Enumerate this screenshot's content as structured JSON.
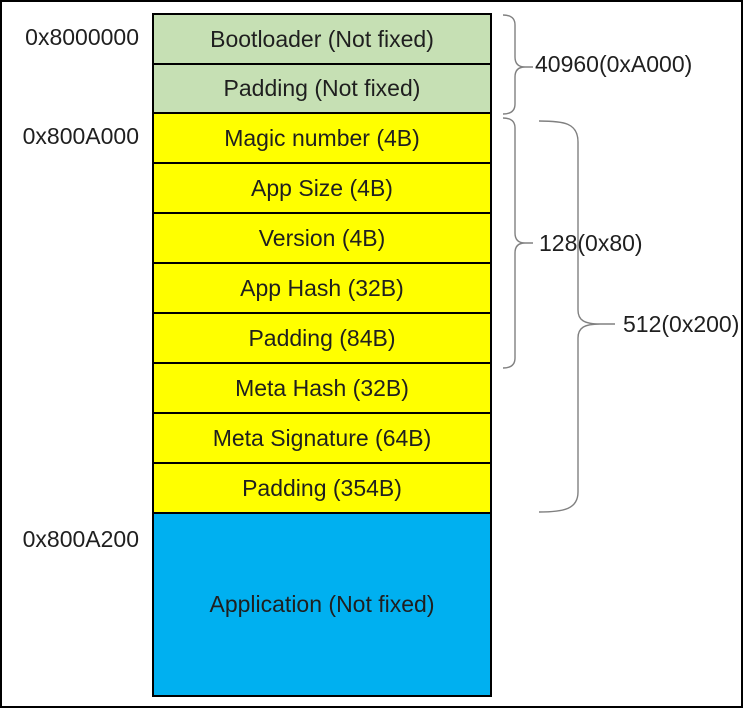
{
  "colors": {
    "region_green": "#c6e0b4",
    "region_yellow": "#ffff00",
    "region_blue": "#00b0f0",
    "region_border": "#000000",
    "brace_line": "#808080"
  },
  "memory_map": {
    "address_labels": [
      {
        "text": "0x8000000"
      },
      {
        "text": "0x800A000"
      },
      {
        "text": "0x800A200"
      }
    ],
    "regions": [
      {
        "label": "Bootloader (Not fixed)"
      },
      {
        "label": "Padding (Not fixed)"
      },
      {
        "label": "Magic number (4B)"
      },
      {
        "label": "App Size (4B)"
      },
      {
        "label": "Version (4B)"
      },
      {
        "label": "App Hash (32B)"
      },
      {
        "label": "Padding (84B)"
      },
      {
        "label": "Meta Hash (32B)"
      },
      {
        "label": "Meta Signature (64B)"
      },
      {
        "label": "Padding (354B)"
      },
      {
        "label": "Application (Not fixed)"
      }
    ],
    "size_annotations": [
      {
        "text": "40960(0xA000)"
      },
      {
        "text": "128(0x80)"
      },
      {
        "text": "512(0x200)"
      }
    ]
  }
}
